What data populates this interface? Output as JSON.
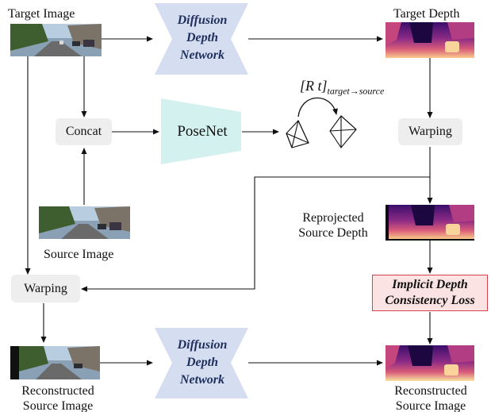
{
  "labels": {
    "target_image": "Target Image",
    "target_depth": "Target Depth",
    "source_image": "Source Image",
    "reprojected_line1": "Reprojected",
    "reprojected_line2": "Source Depth",
    "reconstructed_image_line1": "Reconstructed",
    "reconstructed_image_line2": "Source Image",
    "reconstructed_depth_line1": "Reconstructed",
    "reconstructed_depth_line2": "Source Image"
  },
  "nodes": {
    "concat": "Concat",
    "posenet": "PoseNet",
    "warping_depth": "Warping",
    "warping_image": "Warping",
    "diffusion_top": {
      "line1": "Diffusion",
      "line2": "Depth",
      "line3": "Network"
    },
    "diffusion_bottom": {
      "line1": "Diffusion",
      "line2": "Depth",
      "line3": "Network"
    },
    "loss": {
      "line1": "Implicit Depth",
      "line2": "Consistency Loss"
    }
  },
  "pose_label": {
    "base": "[R t]",
    "subscript": "target→source"
  },
  "colors": {
    "diffusion_fill": "#d5ddf1",
    "posenet_fill": "#d3f1ee",
    "node_fill": "#eeeeee",
    "loss_fill": "#fbe3e3",
    "loss_border": "#d6414e",
    "depth_dark": "#2b0a57",
    "depth_mid": "#b03a83",
    "depth_bright": "#f7b37a"
  },
  "icons": [
    "camera-frustum-icon",
    "rotation-arc-arrow-icon"
  ]
}
